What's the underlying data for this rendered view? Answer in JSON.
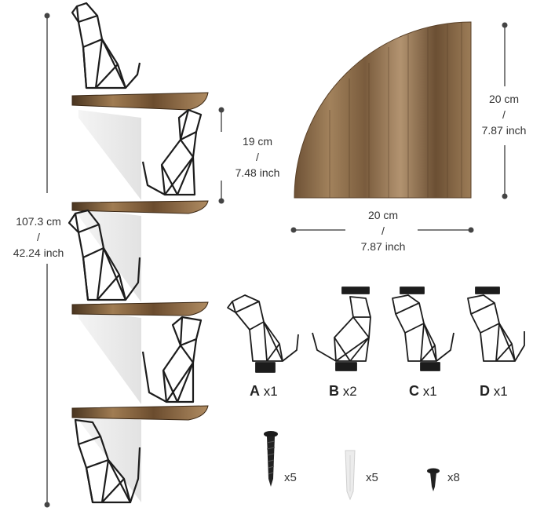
{
  "dimensions": {
    "total_height": {
      "cm": "107.3 cm",
      "sep": "/",
      "inch": "42.24 inch"
    },
    "shelf_gap": {
      "cm": "19 cm",
      "sep": "/",
      "inch": "7.48 inch"
    },
    "shelf_depth": {
      "cm": "20 cm",
      "sep": "/",
      "inch": "7.87 inch"
    },
    "shelf_width": {
      "cm": "20 cm",
      "sep": "/",
      "inch": "7.87 inch"
    }
  },
  "brackets": [
    {
      "letter": "A",
      "qty": "x1"
    },
    {
      "letter": "B",
      "qty": "x2"
    },
    {
      "letter": "C",
      "qty": "x1"
    },
    {
      "letter": "D",
      "qty": "x1"
    }
  ],
  "hardware": [
    {
      "icon": "long-screw-icon",
      "qty": "x5"
    },
    {
      "icon": "wall-anchor-icon",
      "qty": "x5"
    },
    {
      "icon": "short-screw-icon",
      "qty": "x8"
    }
  ],
  "colors": {
    "wood": "#8a6a48",
    "wood_dark": "#5a4128",
    "metal": "#1c1c1c",
    "dim_line": "#555555"
  }
}
